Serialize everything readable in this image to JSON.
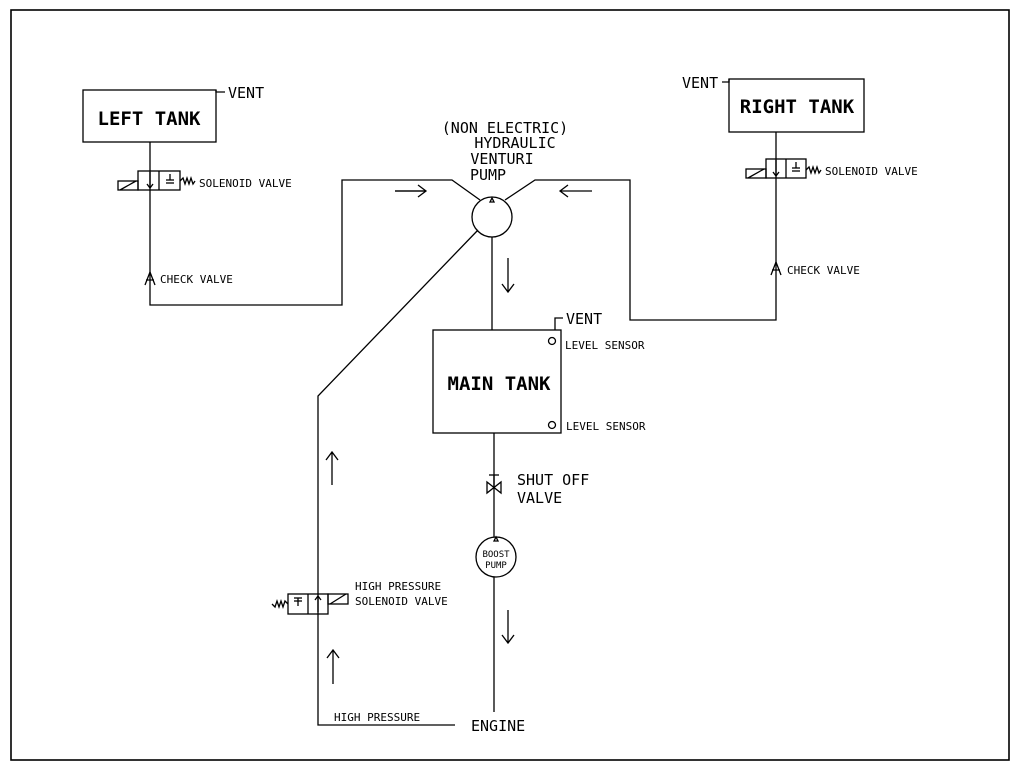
{
  "tanks": {
    "left": "LEFT TANK",
    "right": "RIGHT TANK",
    "main": "MAIN TANK"
  },
  "vents": {
    "left": "VENT",
    "right": "VENT",
    "main": "VENT"
  },
  "pump": {
    "line1": "(NON ELECTRIC)",
    "line2": "HYDRAULIC",
    "line3": "VENTURI",
    "line4": "PUMP"
  },
  "valves": {
    "left_solenoid": "SOLENOID VALVE",
    "right_solenoid": "SOLENOID VALVE",
    "left_check": "CHECK VALVE",
    "right_check": "CHECK VALVE",
    "shutoff_line1": "SHUT OFF",
    "shutoff_line2": "VALVE",
    "hp_solenoid_line1": "HIGH PRESSURE",
    "hp_solenoid_line2": "SOLENOID VALVE"
  },
  "sensors": {
    "upper": "LEVEL SENSOR",
    "lower": "LEVEL SENSOR"
  },
  "boost_pump": {
    "line1": "BOOST",
    "line2": "PUMP"
  },
  "lines": {
    "high_pressure": "HIGH PRESSURE",
    "engine": "ENGINE"
  }
}
